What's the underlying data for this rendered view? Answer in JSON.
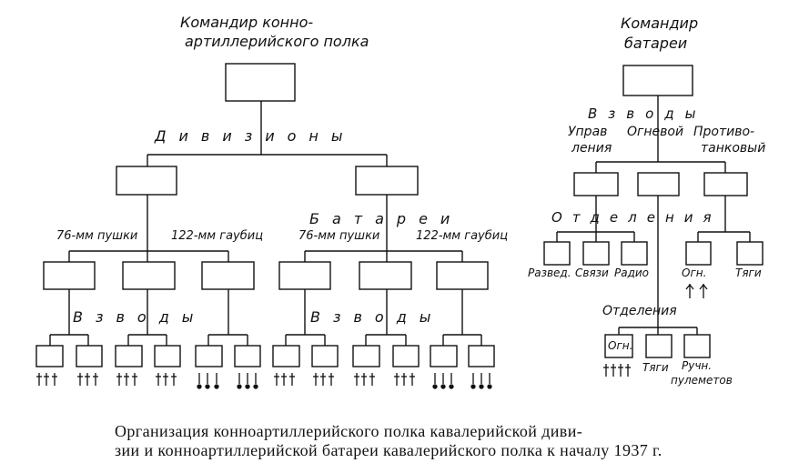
{
  "regiment": {
    "commander_line1": "Командир конно-",
    "commander_line2": "артиллерийского полка",
    "divisions_label": "Дивизионы",
    "batteries_label": "Батареи",
    "guns_76_a": "76-мм пушки",
    "howitzers_122_a": "122-мм гаубиц",
    "guns_76_b": "76-мм пушки",
    "howitzers_122_b": "122-мм гаубиц",
    "platoons_label_a": "Взводы",
    "platoons_label_b": "Взводы"
  },
  "battery": {
    "commander_line1": "Командир",
    "commander_line2": "батареи",
    "platoons_label": "Взводы",
    "platoon_control_1": "Управ",
    "platoon_control_2": "ления",
    "platoon_fire": "Огневой",
    "platoon_antitank_1": "Противо-",
    "platoon_antitank_2": "танковый",
    "sections_label": "Отделения",
    "sec_recon": "Развед.",
    "sec_signals": "Связи",
    "sec_radio": "Радио",
    "sec_fire": "Огн.",
    "sec_traction": "Тяги",
    "sections_label_2": "Отделения",
    "sec2_fire": "Огн.",
    "sec2_traction": "Тяги",
    "sec2_mg_1": "Ручн.",
    "sec2_mg_2": "пулеметов"
  },
  "caption": {
    "line1": "Организация конноартиллерийского полка кавалерийской диви-",
    "line2": "зии и конноартиллерийской батареи кавалерийского полка к началу 1937 г."
  }
}
